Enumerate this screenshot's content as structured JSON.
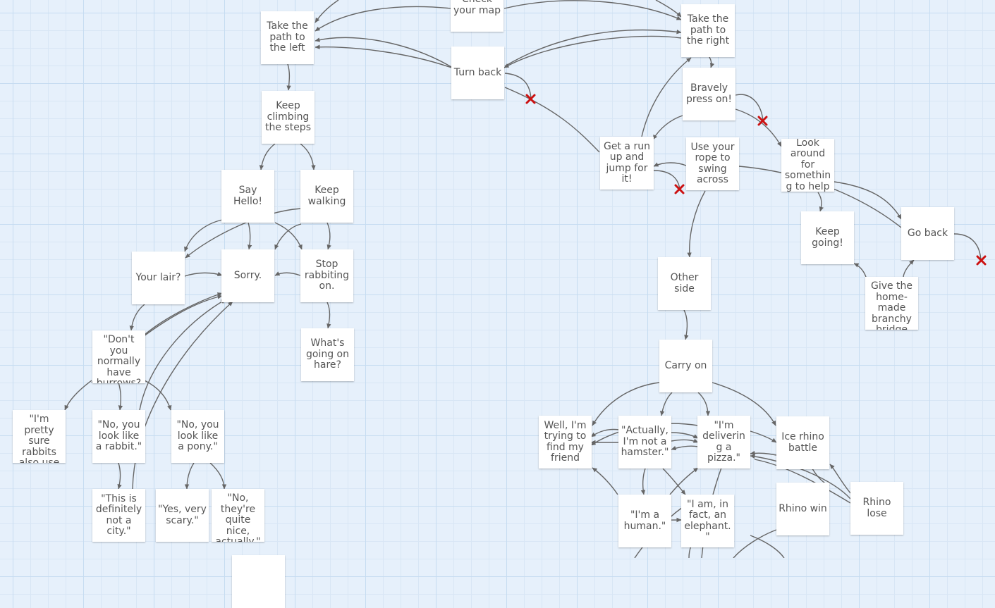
{
  "colors": {
    "background": "#e6f0fb",
    "grid": "#c6dcf1",
    "passage": "#ffffff",
    "text": "#555555",
    "link": "#666666",
    "broken_link": "#cc1111"
  },
  "passages": [
    {
      "id": "check-map",
      "title": "Check your map"
    },
    {
      "id": "path-left",
      "title": "Take the path to the left"
    },
    {
      "id": "turn-back",
      "title": "Turn back"
    },
    {
      "id": "path-right",
      "title": "Take the path to the right"
    },
    {
      "id": "keep-climbing",
      "title": "Keep climbing the steps"
    },
    {
      "id": "bravely",
      "title": "Bravely press on!"
    },
    {
      "id": "get-run",
      "title": "Get a run up and jump for it!"
    },
    {
      "id": "use-rope",
      "title": "Use your rope to swing across"
    },
    {
      "id": "look-around",
      "title": "Look around for something to help"
    },
    {
      "id": "say-hello",
      "title": "Say Hello!"
    },
    {
      "id": "keep-walking",
      "title": "Keep walking"
    },
    {
      "id": "keep-going",
      "title": "Keep going!"
    },
    {
      "id": "go-back",
      "title": "Go back"
    },
    {
      "id": "your-lair",
      "title": "Your lair?"
    },
    {
      "id": "sorry",
      "title": "Sorry."
    },
    {
      "id": "stop-rabbiting",
      "title": "Stop rabbiting on."
    },
    {
      "id": "other-side",
      "title": "Other side"
    },
    {
      "id": "give-bridge",
      "title": "Give the home-made branchy bridge"
    },
    {
      "id": "dont-burrows",
      "title": "\"Don't you normally have burrows?\""
    },
    {
      "id": "whats-going",
      "title": "What's going on hare?"
    },
    {
      "id": "carry-on",
      "title": "Carry on"
    },
    {
      "id": "pretty-sure",
      "title": "\"I'm pretty sure rabbits also use"
    },
    {
      "id": "look-rabbit",
      "title": "\"No, you look like a rabbit.\""
    },
    {
      "id": "look-pony",
      "title": "\"No, you look like a pony.\""
    },
    {
      "id": "trying-friend",
      "title": "Well, I'm trying to find my friend"
    },
    {
      "id": "not-hamster",
      "title": "\"Actually, I'm not a hamster.\""
    },
    {
      "id": "delivering-pizza",
      "title": "\"I'm delivering a pizza.\""
    },
    {
      "id": "ice-rhino",
      "title": "Ice rhino battle"
    },
    {
      "id": "rhino-win",
      "title": "Rhino win"
    },
    {
      "id": "rhino-lose",
      "title": "Rhino lose"
    },
    {
      "id": "not-city",
      "title": "\"This is definitely not a city.\""
    },
    {
      "id": "very-scary",
      "title": "\"Yes, very scary.\""
    },
    {
      "id": "quite-nice",
      "title": "\"No, they're quite nice, actually.\""
    },
    {
      "id": "im-human",
      "title": "\"I'm a human.\""
    },
    {
      "id": "elephant",
      "title": "\"I am, in fact, an elephant.\""
    }
  ]
}
